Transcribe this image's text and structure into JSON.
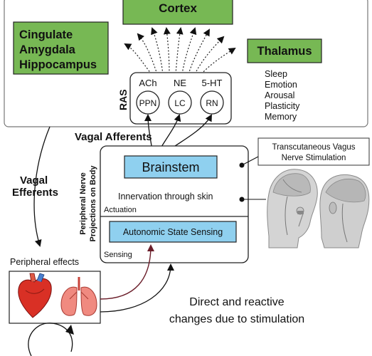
{
  "brain_region": {
    "cortex": "Cortex",
    "limbic": [
      "Cingulate",
      "Amygdala",
      "Hippocampus"
    ],
    "thalamus": "Thalamus"
  },
  "ras": {
    "label": "RAS",
    "nuclei": [
      {
        "transmitter": "ACh",
        "nucleus": "PPN"
      },
      {
        "transmitter": "NE",
        "nucleus": "LC"
      },
      {
        "transmitter": "5-HT",
        "nucleus": "RN"
      }
    ]
  },
  "functions": [
    "Sleep",
    "Emotion",
    "Arousal",
    "Plasticity",
    "Memory"
  ],
  "vagal_afferents": "Vagal Afferents",
  "vagal_efferents": [
    "Vagal",
    "Efferents"
  ],
  "pnp": {
    "label": [
      "Peripheral Nerve",
      "Projections on Body"
    ],
    "brainstem": "Brainstem",
    "innervation": "Innervation through skin",
    "actuation": "Actuation",
    "sensing_box": "Autonomic State Sensing",
    "sensing": "Sensing"
  },
  "taVNS": [
    "Transcutaneous Vagus",
    "Nerve Stimulation"
  ],
  "peripheral_effects": "Peripheral effects",
  "direct_changes": [
    "Direct and reactive",
    "changes due to stimulation"
  ],
  "colors": {
    "green": "#77b854",
    "blue": "#8fd0ef",
    "maroon": "#6b1e2a"
  }
}
